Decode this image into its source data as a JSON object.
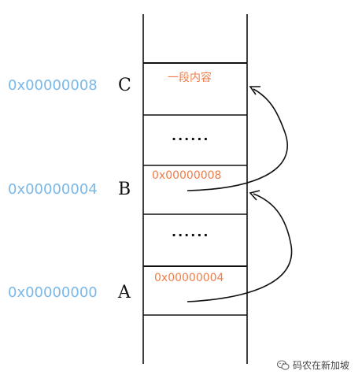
{
  "rows": [
    {
      "address": "0x00000008",
      "letter": "C",
      "content": "一段内容"
    },
    {
      "address": "0x00000004",
      "letter": "B",
      "content": "0x00000008"
    },
    {
      "address": "0x00000000",
      "letter": "A",
      "content": "0x00000004"
    }
  ],
  "ellipsis": "......",
  "watermark": "码农在新加坡",
  "colors": {
    "address": "#7ab8e8",
    "content": "#ef7d47",
    "line": "#111111"
  }
}
